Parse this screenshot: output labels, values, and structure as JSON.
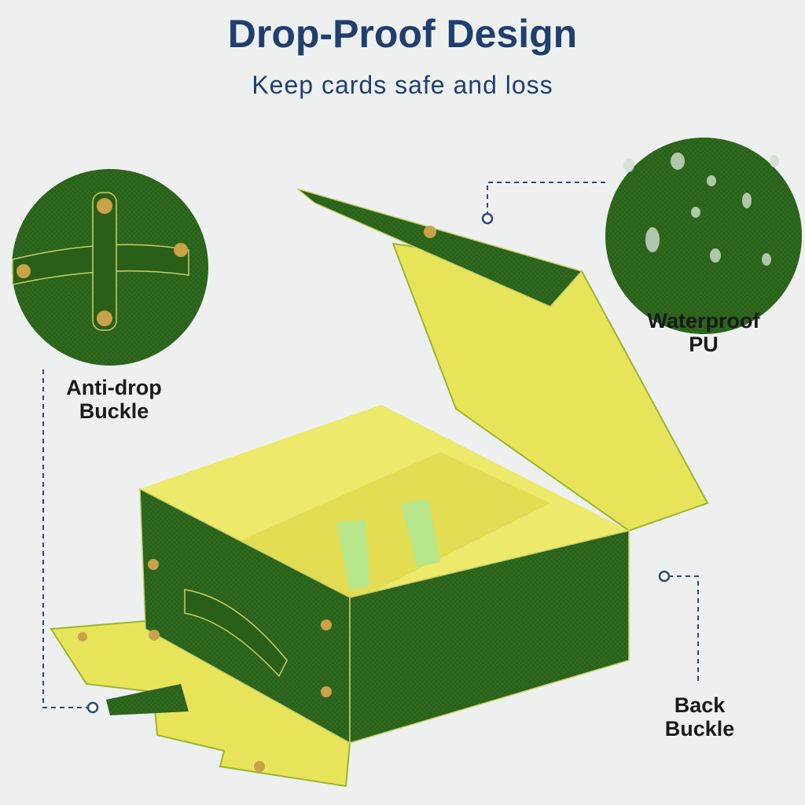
{
  "header": {
    "title": "Drop-Proof Design",
    "subtitle": "Keep cards safe and loss"
  },
  "callouts": {
    "anti_drop": {
      "line1": "Anti-drop",
      "line2": "Buckle"
    },
    "waterproof": {
      "line1": "Waterproof",
      "line2": "PU"
    },
    "back_buckle": {
      "line1": "Back",
      "line2": "Buckle"
    }
  },
  "colors": {
    "title": "#1f3f6e",
    "box_green": "#2f6b1e",
    "lining_yellow": "#e8e45a",
    "divider_green": "#b6e58a",
    "connector": "#2a4a78"
  }
}
